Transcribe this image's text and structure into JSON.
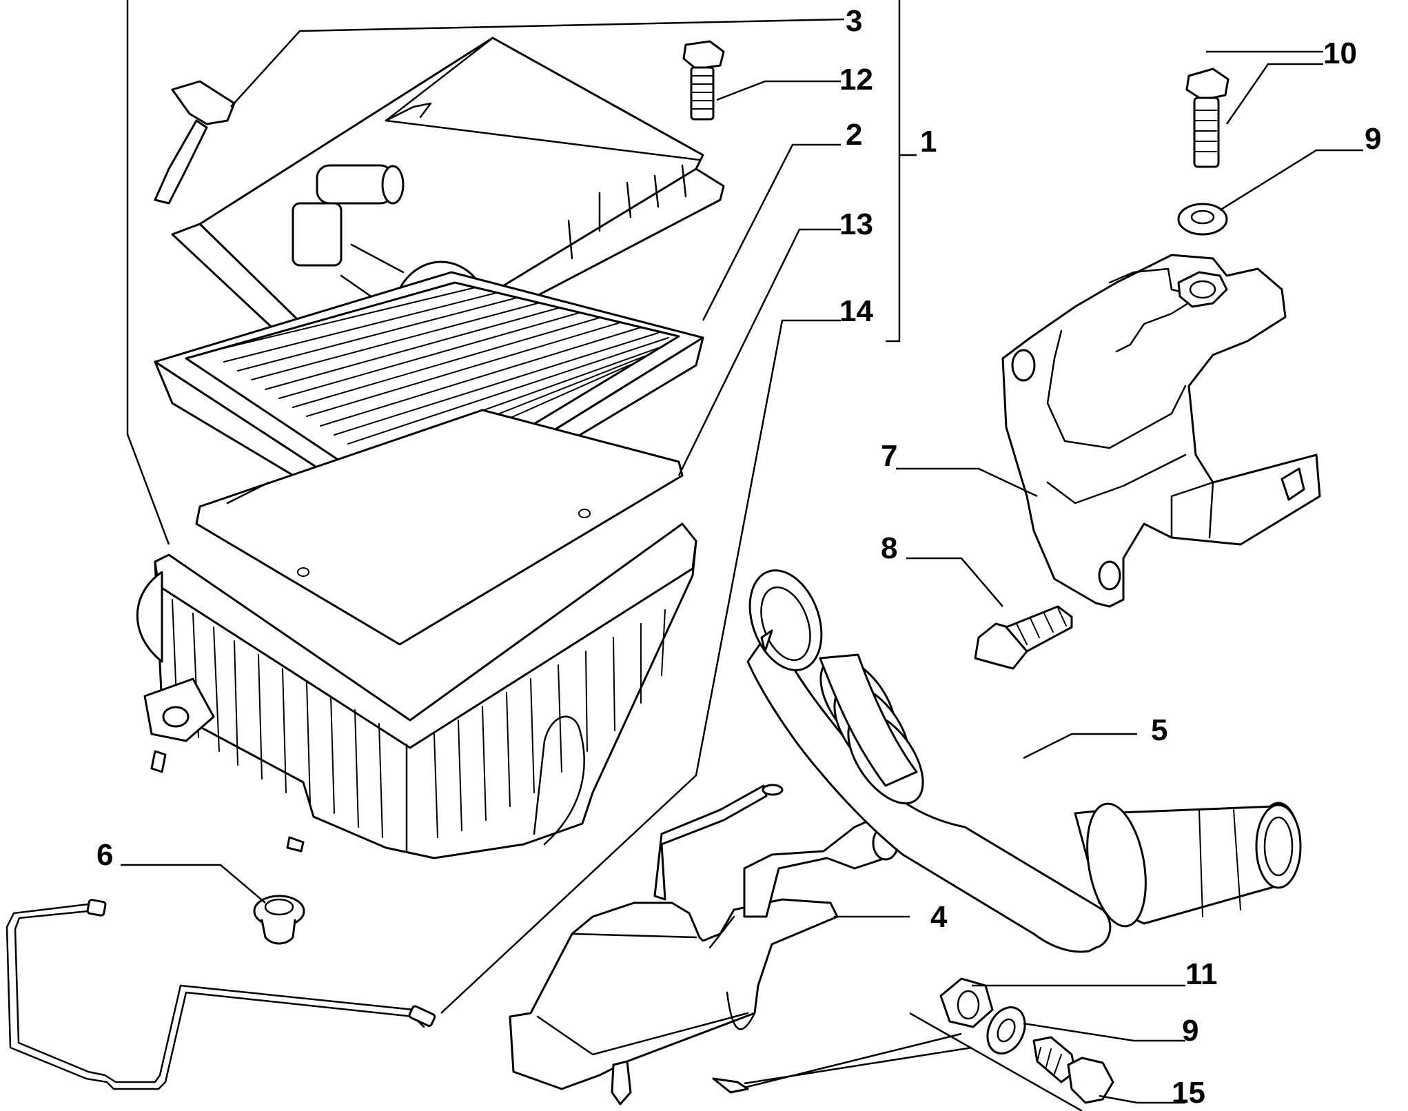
{
  "callouts": [
    {
      "id": "c1",
      "label": "1"
    },
    {
      "id": "c2",
      "label": "2"
    },
    {
      "id": "c3",
      "label": "3"
    },
    {
      "id": "c4",
      "label": "4"
    },
    {
      "id": "c5",
      "label": "5"
    },
    {
      "id": "c6",
      "label": "6"
    },
    {
      "id": "c7",
      "label": "7"
    },
    {
      "id": "c8",
      "label": "8"
    },
    {
      "id": "c9a",
      "label": "9"
    },
    {
      "id": "c9b",
      "label": "9"
    },
    {
      "id": "c10",
      "label": "10"
    },
    {
      "id": "c11",
      "label": "11"
    },
    {
      "id": "c12",
      "label": "12"
    },
    {
      "id": "c13",
      "label": "13"
    },
    {
      "id": "c14",
      "label": "14"
    },
    {
      "id": "c15",
      "label": "15"
    }
  ],
  "colors": {
    "ink": "#000000",
    "paper": "#ffffff"
  }
}
